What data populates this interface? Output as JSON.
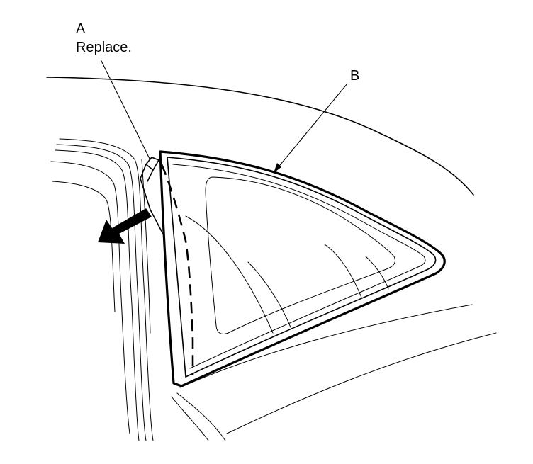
{
  "callouts": {
    "a_letter": "A",
    "a_note": "Replace.",
    "b_letter": "B"
  },
  "colors": {
    "ink": "#000000",
    "paper": "#ffffff"
  },
  "icons": {
    "removal_direction": "arrow-down-left-icon"
  }
}
